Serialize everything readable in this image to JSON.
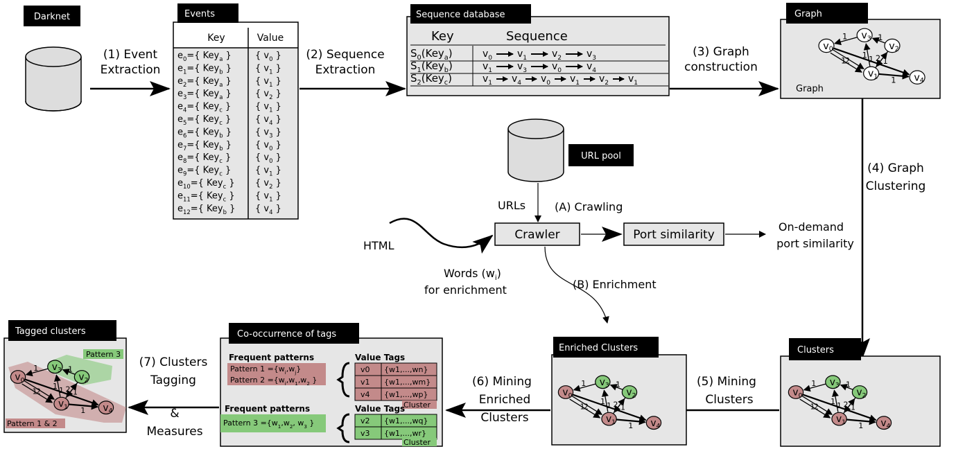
{
  "tags": {
    "darknet": "Darknet",
    "events": "Events",
    "sequence_db": "Sequence database",
    "graph": "Graph",
    "url_pool": "URL pool",
    "tagged_clusters": "Tagged clusters",
    "cooccurrence": "Co-occurrence of tags",
    "enriched_clusters": "Enriched Clusters",
    "clusters": "Clusters"
  },
  "steps": {
    "s1a": "(1) Event",
    "s1b": "Extraction",
    "s2a": "(2) Sequence",
    "s2b": "Extraction",
    "s3a": "(3) Graph",
    "s3b": "construction",
    "s4a": "(4) Graph",
    "s4b": "Clustering",
    "s5a": "(5) Mining",
    "s5b": "Clusters",
    "s6a": "(6) Mining",
    "s6b": "Enriched",
    "s6c": "Clusters",
    "s7a": "(7) Clusters",
    "s7b": "Tagging",
    "s7c": "&",
    "s7d": "Measures",
    "crawlA": "(A) Crawling",
    "enrichB": "(B) Enrichment",
    "urls": "URLs",
    "html": "HTML",
    "words1": "Words (w",
    "words_sub": "i",
    "words2": ")",
    "words3": "for enrichment",
    "ondemand1": "On-demand",
    "ondemand2": "port similarity"
  },
  "boxes": {
    "crawler": "Crawler",
    "port_similarity": "Port similarity"
  },
  "events_table": {
    "col_key": "Key",
    "col_value": "Value",
    "rows": [
      {
        "e": "e",
        "es": "0",
        "k": "a",
        "v": "0"
      },
      {
        "e": "e",
        "es": "1",
        "k": "b",
        "v": "1"
      },
      {
        "e": "e",
        "es": "2",
        "k": "a",
        "v": "1"
      },
      {
        "e": "e",
        "es": "3",
        "k": "a",
        "v": "2"
      },
      {
        "e": "e",
        "es": "4",
        "k": "c",
        "v": "1"
      },
      {
        "e": "e",
        "es": "5",
        "k": "c",
        "v": "4"
      },
      {
        "e": "e",
        "es": "6",
        "k": "b",
        "v": "3"
      },
      {
        "e": "e",
        "es": "7",
        "k": "b",
        "v": "0"
      },
      {
        "e": "e",
        "es": "8",
        "k": "c",
        "v": "0"
      },
      {
        "e": "e",
        "es": "9",
        "k": "c",
        "v": "1"
      },
      {
        "e": "e",
        "es": "10",
        "k": "c",
        "v": "2"
      },
      {
        "e": "e",
        "es": "11",
        "k": "c",
        "v": "1"
      },
      {
        "e": "e",
        "es": "12",
        "k": "b",
        "v": "4"
      }
    ]
  },
  "sequence_table": {
    "col_key": "Key",
    "col_seq": "Sequence",
    "rows": [
      {
        "s": "0",
        "k": "a",
        "seq": [
          "0",
          "1",
          "2",
          "3"
        ]
      },
      {
        "s": "1",
        "k": "b",
        "seq": [
          "1",
          "3",
          "0",
          "4"
        ]
      },
      {
        "s": "2",
        "k": "c",
        "seq": [
          "1",
          "4",
          "0",
          "1",
          "2",
          "1"
        ]
      }
    ]
  },
  "graph_label": "Graph",
  "graph_nodes": [
    "v0",
    "v1",
    "v2",
    "v3",
    "v4"
  ],
  "edge_weights": [
    "1",
    "1",
    "1",
    "2",
    "1",
    "2",
    "1",
    "1"
  ],
  "cooc": {
    "fp_title": "Frequent patterns",
    "fp1": "Pattern 1 ={w",
    "fp2": "Pattern 2 ={w",
    "fp3": "Pattern 3 ={w",
    "vt_title": "Value Tags",
    "cluster": "Cluster",
    "vt1": [
      [
        "v0",
        "{w1,...,wn}"
      ],
      [
        "v1",
        "{w1,...,wm}"
      ],
      [
        "v4",
        "{w1,...,wp}"
      ]
    ],
    "vt2": [
      [
        "v2",
        "{w1,...,wq}"
      ],
      [
        "v3",
        "{w1,...,wr}"
      ]
    ]
  },
  "patterns": {
    "p3": "Pattern 3",
    "p12": "Pattern 1 & 2"
  },
  "colors": {
    "red": "#c38a8a",
    "green": "#86c97a",
    "panel": "#e6e6e6",
    "tag_bg": "#000000"
  }
}
